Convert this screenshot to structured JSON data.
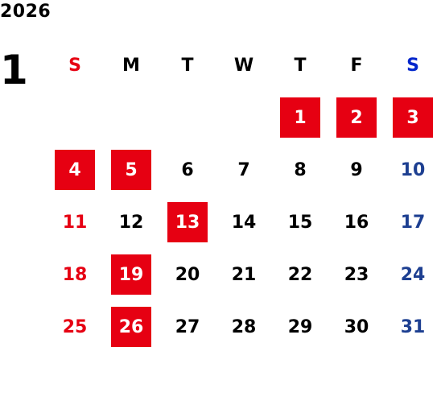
{
  "calendar": {
    "year": "2026",
    "month": "1",
    "weekdays": [
      "S",
      "M",
      "T",
      "W",
      "T",
      "F",
      "S"
    ],
    "weekday_colors": [
      "#e60012",
      "#000000",
      "#000000",
      "#000000",
      "#000000",
      "#000000",
      "#0026cc"
    ],
    "weeks": [
      [
        "",
        "",
        "",
        "",
        "1",
        "2",
        "3"
      ],
      [
        "4",
        "5",
        "6",
        "7",
        "8",
        "9",
        "10"
      ],
      [
        "11",
        "12",
        "13",
        "14",
        "15",
        "16",
        "17"
      ],
      [
        "18",
        "19",
        "20",
        "21",
        "22",
        "23",
        "24"
      ],
      [
        "25",
        "26",
        "27",
        "28",
        "29",
        "30",
        "31"
      ]
    ],
    "highlighted_days": [
      "1",
      "2",
      "3",
      "4",
      "5",
      "13",
      "19",
      "26"
    ],
    "colors": {
      "holiday_bg": "#e60012",
      "sunday": "#e60012",
      "saturday": "#1d3f91"
    }
  }
}
